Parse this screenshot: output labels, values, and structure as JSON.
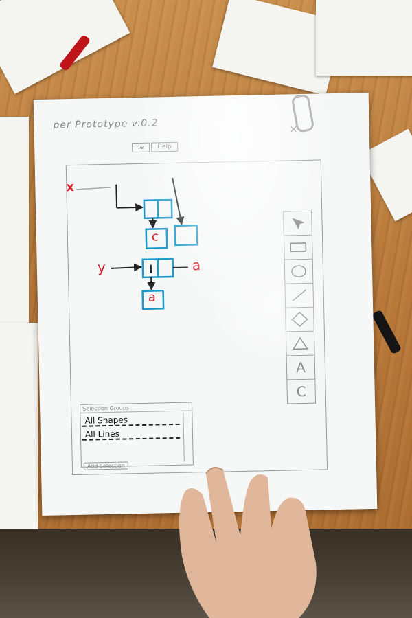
{
  "prototype": {
    "title": "per Prototype   v.0.2",
    "tabs": [
      "le",
      "Help"
    ],
    "close_glyph": "✕",
    "toolbar_tools": [
      {
        "name": "pointer-tool",
        "icon": "pointer-icon"
      },
      {
        "name": "rectangle-tool",
        "icon": "rectangle-icon"
      },
      {
        "name": "ellipse-tool",
        "icon": "ellipse-icon"
      },
      {
        "name": "line-tool",
        "icon": "line-icon"
      },
      {
        "name": "diamond-tool",
        "icon": "diamond-icon"
      },
      {
        "name": "triangle-tool",
        "icon": "triangle-icon"
      },
      {
        "name": "text-tool",
        "icon": "text-icon",
        "label": "A"
      },
      {
        "name": "redo-tool",
        "icon": "redo-icon",
        "label": "C"
      }
    ],
    "selection_panel": {
      "header": "Selection Groups",
      "groups": [
        "All Shapes",
        "All Lines"
      ],
      "add_button": "Add Selection"
    },
    "diagram": {
      "labels": {
        "x": "x",
        "y": "y",
        "a1": "a",
        "c": "c",
        "a2": "a"
      }
    }
  },
  "colors": {
    "ink_red": "#d0202a",
    "ink_blue": "#1a98c8",
    "pencil": "#8a8a8a"
  }
}
